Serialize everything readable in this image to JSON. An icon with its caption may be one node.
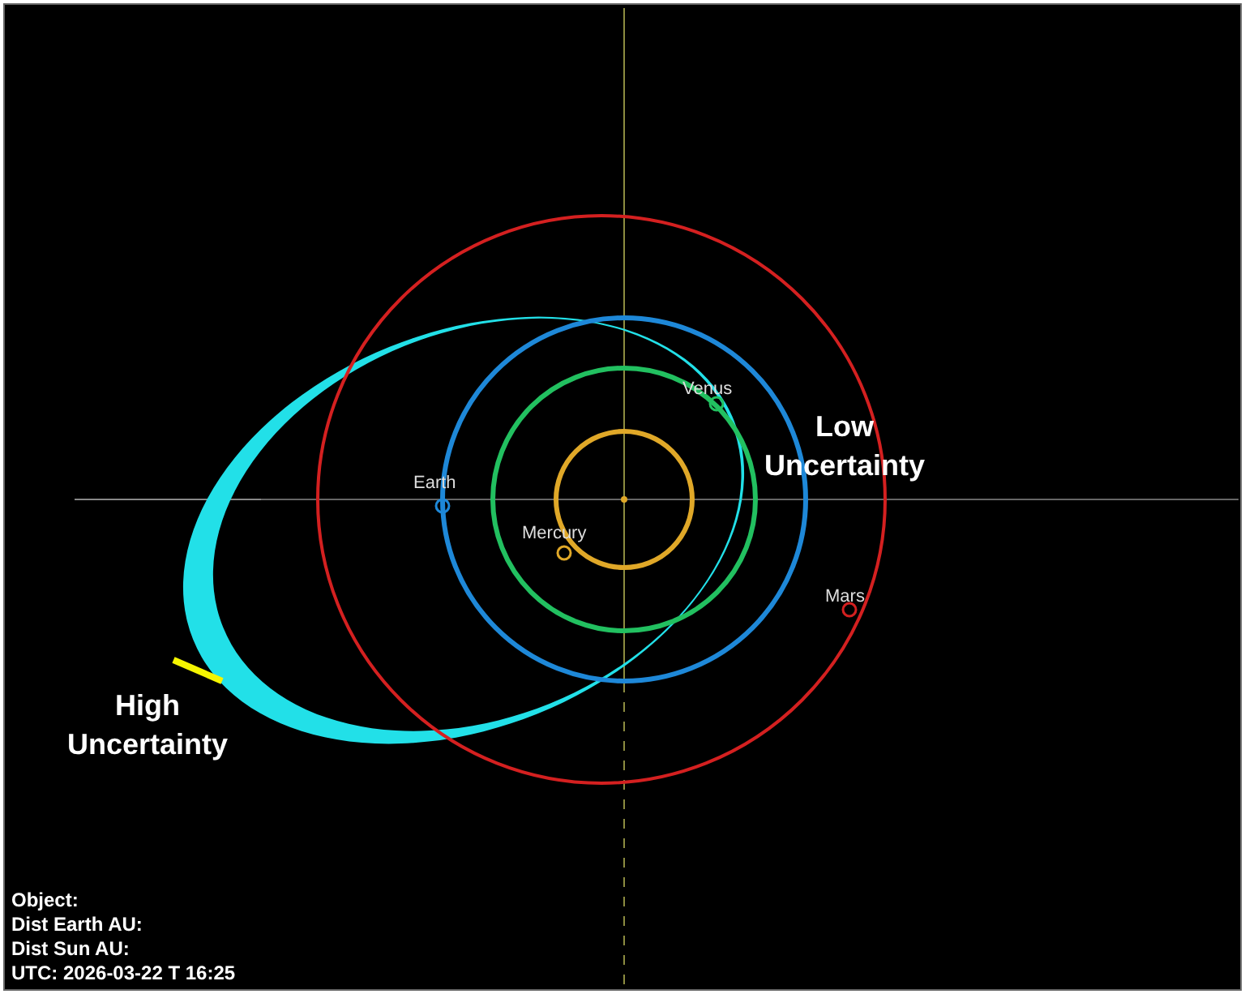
{
  "diagram": {
    "labels": [
      "Venus",
      "Low Uncertainty",
      "Earth",
      "Mercury",
      "Mars",
      "High Uncertainty",
      "Object:",
      "Dist Earth AU:",
      "Dist Sun AU:",
      "UTC: 2026-03-22 T 16:25"
    ]
  }
}
